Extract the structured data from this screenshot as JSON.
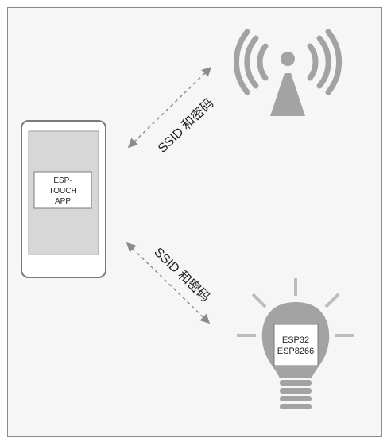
{
  "phone": {
    "app_label_line1": "ESP-",
    "app_label_line2": "TOUCH",
    "app_label_line3": "APP"
  },
  "links": {
    "upper_label": "SSID 和密码",
    "lower_label": "SSID 和密码"
  },
  "device": {
    "chip_line1": "ESP32",
    "chip_line2": "ESP8266"
  },
  "icons": {
    "router": "wifi-router-icon",
    "device": "light-bulb-icon",
    "phone": "smartphone-icon"
  },
  "colors": {
    "outline": "#7a7a7a",
    "icon_gray": "#a3a3a3",
    "screen_fill": "#d7d7d7",
    "arrow": "#8c8c8c"
  }
}
